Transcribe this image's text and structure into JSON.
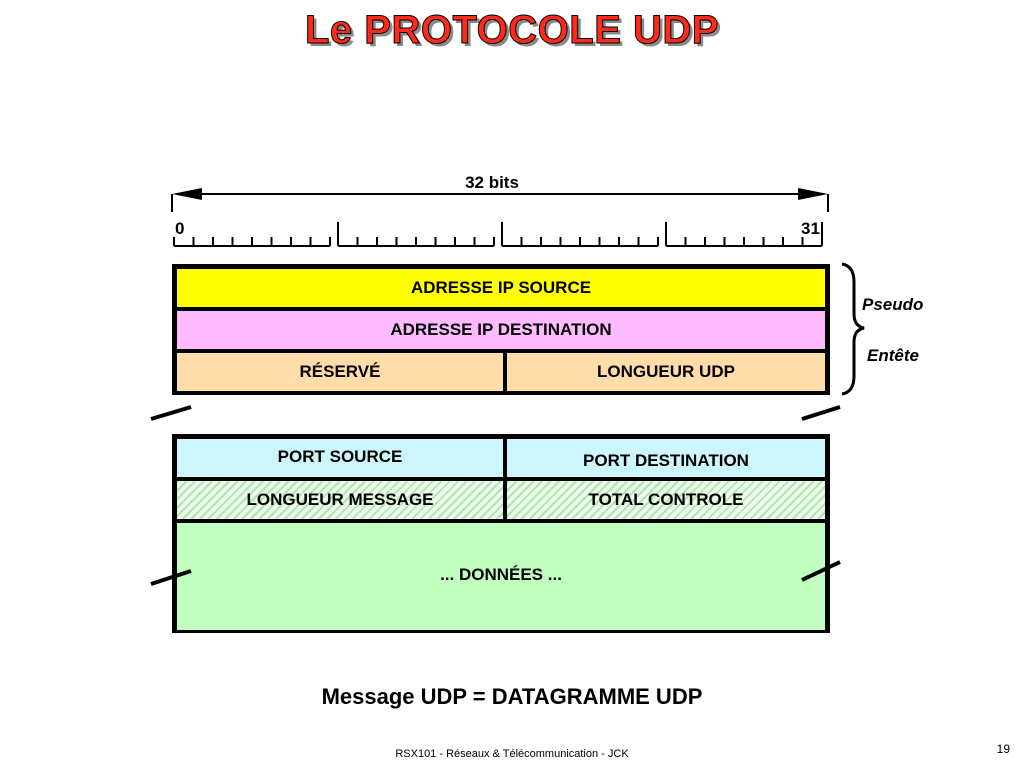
{
  "slide": {
    "title": "Le PROTOCOLE UDP",
    "caption": "Message UDP = DATAGRAMME UDP",
    "footer": "RSX101 - Réseaux & Télécommunication - JCK",
    "page_number": "19"
  },
  "ruler": {
    "label": "32 bits",
    "start": "0",
    "end": "31"
  },
  "pseudo_header": {
    "label_line1": "Pseudo",
    "label_line2": "Entête",
    "fields": {
      "src_ip": "ADRESSE IP SOURCE",
      "dst_ip": "ADRESSE IP DESTINATION",
      "reserved": "RÉSERVÉ",
      "udp_length": "LONGUEUR UDP"
    }
  },
  "udp_header": {
    "src_port": "PORT SOURCE",
    "dst_port": "PORT DESTINATION",
    "msg_length": "LONGUEUR MESSAGE",
    "checksum": "TOTAL CONTROLE",
    "data": "... DONNÉES ..."
  },
  "colors": {
    "title": "#ff2a1a",
    "src_ip": "#ffff00",
    "dst_ip": "#ffbbff",
    "reserved_row": "#ffdcaa",
    "ports_row": "#ccf6fc",
    "data": "#c0ffc0"
  }
}
